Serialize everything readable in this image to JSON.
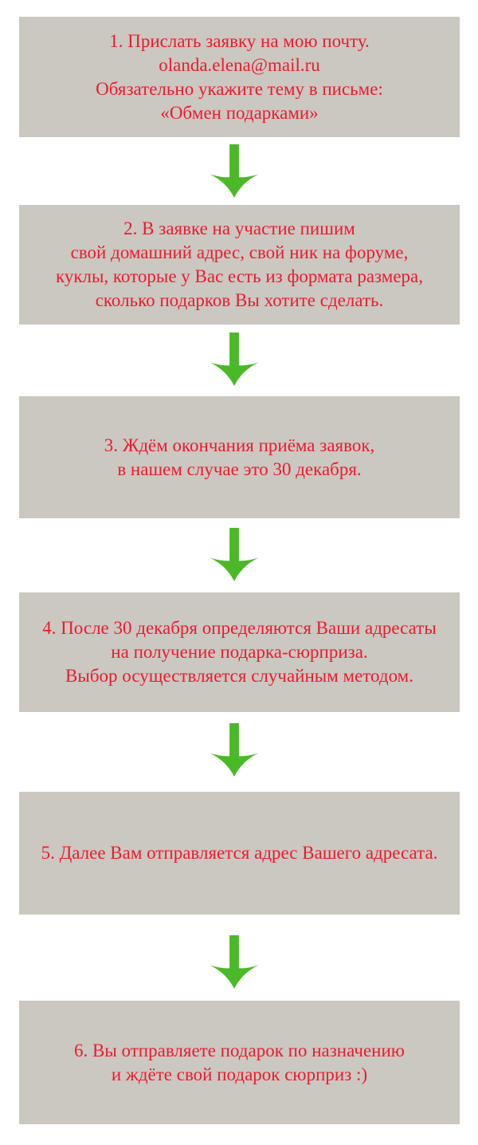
{
  "colors": {
    "background": "#FFFFFF",
    "box_bg": "#CBC7C1",
    "text_red": "#EC1B2E",
    "arrow_green": "#4AB928"
  },
  "flowchart": {
    "title": "",
    "steps": [
      {
        "lines": [
          "1. Прислать заявку на мою почту.",
          "olanda.elena@mail.ru",
          "Обязательно укажите тему в письме:",
          "«Обмен подарками»"
        ]
      },
      {
        "lines": [
          "2. В заявке на участие пишим",
          "свой домашний адрес, свой ник на форуме,",
          "куклы, которые у Вас есть из формата размера,",
          "сколько подарков Вы хотите сделать."
        ]
      },
      {
        "lines": [
          "3. Ждём окончания приёма заявок,",
          "в нашем случае это 30 декабря."
        ]
      },
      {
        "lines": [
          "4. После 30 декабря определяются Ваши адресаты",
          "на получение подарка-сюрприза.",
          "Выбор осуществляется случайным методом."
        ]
      },
      {
        "lines": [
          "5. Далее Вам отправляется адрес Вашего адресата."
        ]
      },
      {
        "lines": [
          "6. Вы отправляете подарок по назначению",
          "и ждёте свой подарок сюрприз :)"
        ]
      }
    ]
  }
}
